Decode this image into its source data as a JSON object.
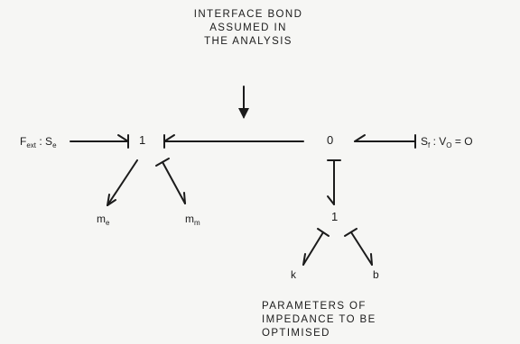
{
  "annotation_top": [
    "INTERFACE BOND",
    "ASSUMED IN",
    "THE ANALYSIS"
  ],
  "annotation_bottom": [
    "PARAMETERS OF",
    "IMPEDANCE TO BE",
    "OPTIMISED"
  ],
  "nodes": {
    "junction_left": "1",
    "junction_center": "0",
    "junction_lower": "1"
  },
  "sources": {
    "left": {
      "main": "F",
      "main_sub": "ext",
      "sep": ":",
      "tail": "S",
      "tail_sub": "e"
    },
    "right": {
      "main": "S",
      "main_sub": "f",
      "sep": ":",
      "tail": "V",
      "tail_sub": "O",
      "value": "= O"
    }
  },
  "elements": {
    "me": "m",
    "me_sub": "e",
    "mm": "m",
    "mm_sub": "m",
    "k": "k",
    "b": "b"
  }
}
